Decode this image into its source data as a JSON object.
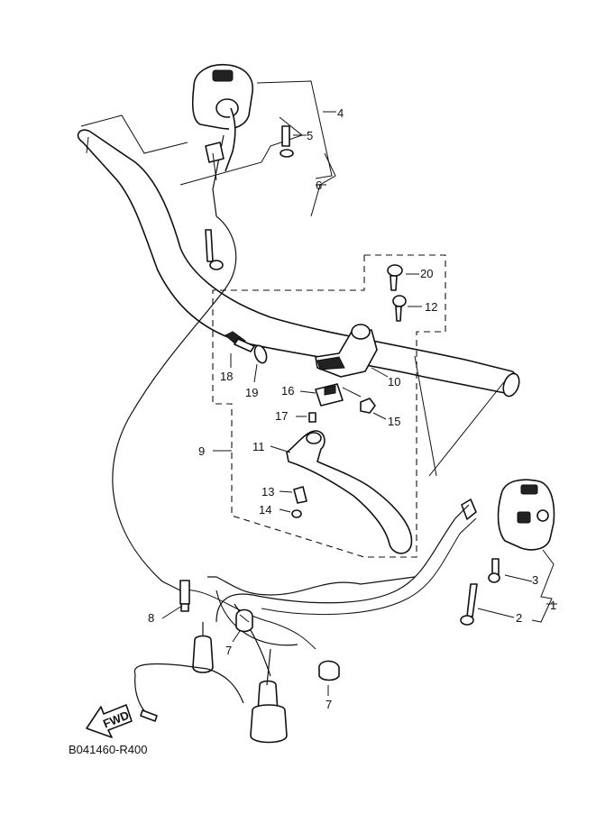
{
  "diagram_code": "B041460-R400",
  "fwd_label": "FWD",
  "labels": {
    "p1": "1",
    "p2": "2",
    "p3": "3",
    "p4": "4",
    "p5": "5",
    "p6": "6",
    "p7a": "7",
    "p7b": "7",
    "p8": "8",
    "p9": "9",
    "p10": "10",
    "p11": "11",
    "p12": "12",
    "p13": "13",
    "p14": "14",
    "p15": "15",
    "p16": "16",
    "p17": "17",
    "p18": "18",
    "p19": "19",
    "p20": "20"
  }
}
